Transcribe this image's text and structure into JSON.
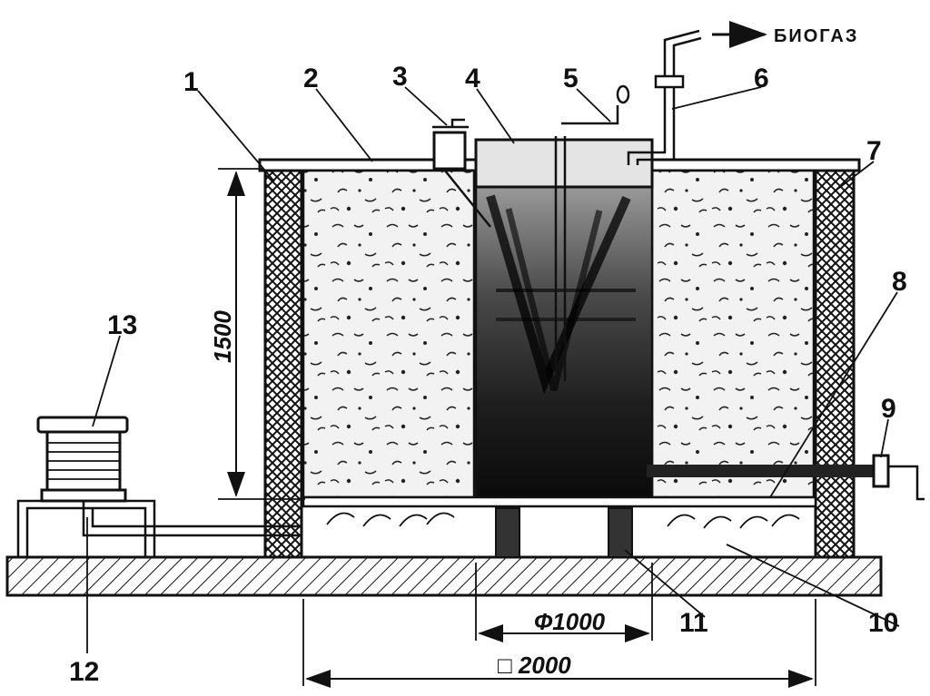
{
  "diagram": {
    "labels": [
      "1",
      "2",
      "3",
      "4",
      "5",
      "6",
      "7",
      "8",
      "9",
      "10",
      "11",
      "12",
      "13"
    ],
    "gas_label": "БИОГАЗ",
    "dim_height": "1500",
    "dim_inner": "Ф1000",
    "dim_outer": "□ 2000"
  }
}
